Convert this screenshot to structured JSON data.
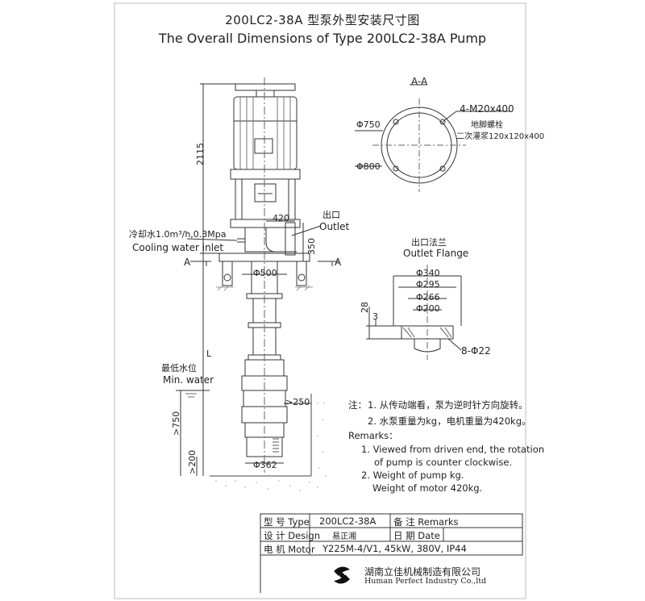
{
  "title_cn": "200LC2-38A 型泵外型安装尺寸图",
  "title_en": "The Overall Dimensions of Type 200LC2-38A Pump",
  "section_label": "A-A",
  "section_mark": "A",
  "dims": {
    "height_2115": "2115",
    "d420": "420",
    "d350": "350",
    "d500": "Φ500",
    "L": "L",
    "d250": ">250",
    "d750": ">750",
    "d200": ">200",
    "d362": "Φ362"
  },
  "labels": {
    "cooling_cn": "冷却水1.0m³/h,0.3Mpa",
    "cooling_en": "Cooling water inlet",
    "outlet_cn": "出口",
    "outlet_en": "Outlet",
    "minwater_cn": "最低水位",
    "minwater_en": "Min. water"
  },
  "plan_view": {
    "d750": "Φ750",
    "d800": "Φ800",
    "bolts": "4-M20x400",
    "anchor_cn": "地脚螺栓",
    "grout_cn": "二次灌浆120x120x400"
  },
  "flange": {
    "title_cn": "出口法兰",
    "title_en": "Outlet Flange",
    "d340": "Φ340",
    "d295": "Φ295",
    "d266": "Φ266",
    "d200": "Φ200",
    "t28": "28",
    "t3": "3",
    "holes": "8-Φ22"
  },
  "notes": {
    "cn_prefix": "注：",
    "cn1": "1. 从传动端看，泵为逆时针方向旋转。",
    "cn2": "2. 水泵重量为kg，电机重量为420kg。",
    "remarks": "Remarks：",
    "en1a": "1. Viewed from driven end, the rotation",
    "en1b": "of pump is  counter clockwise.",
    "en2a": "2. Weight of pump kg.",
    "en2b": "Weight of motor 420kg."
  },
  "title_block": {
    "type_label": "型 号 Type",
    "type_value": "200LC2-38A",
    "remarks_label": "备 注 Remarks",
    "design_label": "设 计 Design",
    "design_value": "易正湘",
    "date_label": "日 期 Date",
    "motor_label": "电 机 Motor",
    "motor_value": "Y225M-4/V1, 45kW, 380V, IP44"
  },
  "company": {
    "cn": "湖南立佳机械制造有限公司",
    "en": "Human Perfect Industry Co.,ltd"
  }
}
